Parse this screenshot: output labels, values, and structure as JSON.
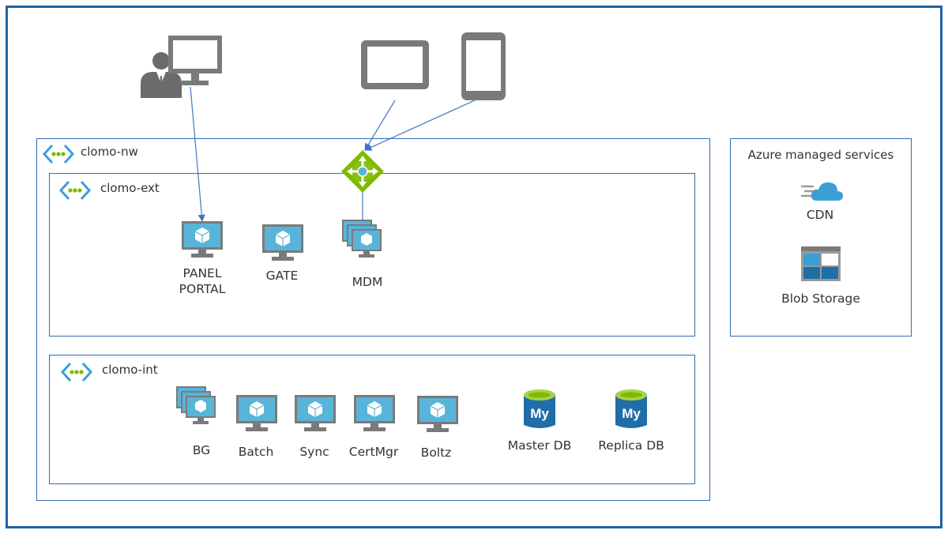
{
  "networks": {
    "outer": "clomo-nw",
    "ext": "clomo-ext",
    "int": "clomo-int"
  },
  "ext_servers": {
    "panel_portal": [
      "PANEL",
      "PORTAL"
    ],
    "gate": "GATE",
    "mdm": "MDM"
  },
  "int_servers": {
    "bg": "BG",
    "batch": "Batch",
    "sync": "Sync",
    "certmgr": "CertMgr",
    "boltz": "Boltz"
  },
  "databases": {
    "master": "Master DB",
    "replica": "Replica DB",
    "badge": "My"
  },
  "azure": {
    "title": "Azure managed services",
    "cdn": "CDN",
    "blob": "Blob Storage"
  },
  "colors": {
    "frame": "#1f63a8",
    "box": "#2f6db3",
    "device_gray": "#7a7a7a",
    "vm_screen": "#59b4d9",
    "vm_frame": "#7a7a7a",
    "lb_green": "#7fba00",
    "db_blue": "#1f6ea8",
    "db_top": "#a8d14a",
    "vnet_arrow": "#3b9fd6",
    "vnet_dots": "#7fba00"
  },
  "icons": [
    "user-icon",
    "desktop-monitor-icon",
    "tablet-icon",
    "smartphone-icon",
    "load-balancer-icon",
    "virtual-network-icon",
    "vm-icon",
    "vm-scale-set-icon",
    "mysql-database-icon",
    "cdn-icon",
    "blob-storage-icon"
  ]
}
